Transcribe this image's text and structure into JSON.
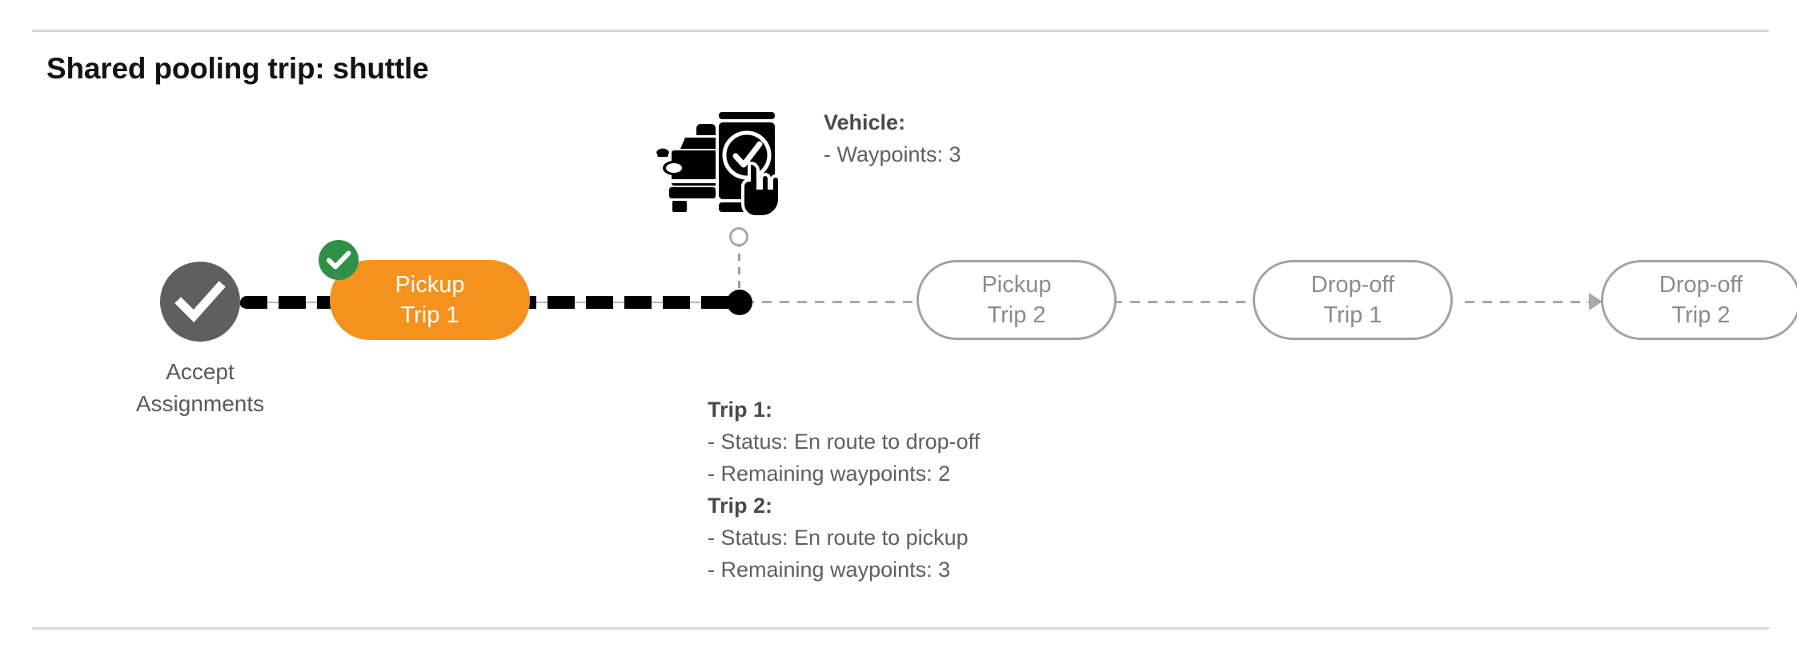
{
  "page": {
    "title": "Shared pooling trip: shuttle"
  },
  "colors": {
    "active_node": "#f5921e",
    "completed_badge": "#2f9148",
    "accept_node": "#5f5f5f",
    "inactive_outline": "#a3a3a3",
    "inactive_text": "#8c8c8c",
    "annotation_text": "#5f5f5f",
    "track_active": "#000000",
    "track_pending": "#a9a9a9",
    "divider": "#d8d8d8"
  },
  "timeline": {
    "start_node": {
      "label_line1": "Accept",
      "label_line2": "Assignments",
      "icon": "check-circle-icon",
      "state": "completed"
    },
    "nodes": [
      {
        "id": "pickup-trip-1",
        "line1": "Pickup",
        "line2": "Trip 1",
        "state": "active",
        "badge": "completed-check-badge"
      },
      {
        "id": "pickup-trip-2",
        "line1": "Pickup",
        "line2": "Trip 2",
        "state": "pending",
        "badge": null
      },
      {
        "id": "dropoff-trip-1",
        "line1": "Drop-off",
        "line2": "Trip 1",
        "state": "pending",
        "badge": null
      },
      {
        "id": "dropoff-trip-2",
        "line1": "Drop-off",
        "line2": "Trip 2",
        "state": "pending",
        "badge": null
      }
    ],
    "vehicle_marker": {
      "icon": "car-phone-checkmark-hand-icon",
      "dot": "current-position-dot",
      "ring": "waypoint-ring"
    }
  },
  "annotations": {
    "vehicle": {
      "heading": "Vehicle",
      "heading_suffix": ":",
      "lines": [
        "- Waypoints: 3"
      ]
    },
    "trips": [
      {
        "heading": "Trip 1",
        "heading_suffix": ":",
        "lines": [
          "- Status:  En route to drop-off",
          "- Remaining waypoints: 2"
        ]
      },
      {
        "heading": "Trip 2",
        "heading_suffix": ":",
        "lines": [
          "- Status:  En route to pickup",
          "- Remaining waypoints: 3"
        ]
      }
    ]
  }
}
